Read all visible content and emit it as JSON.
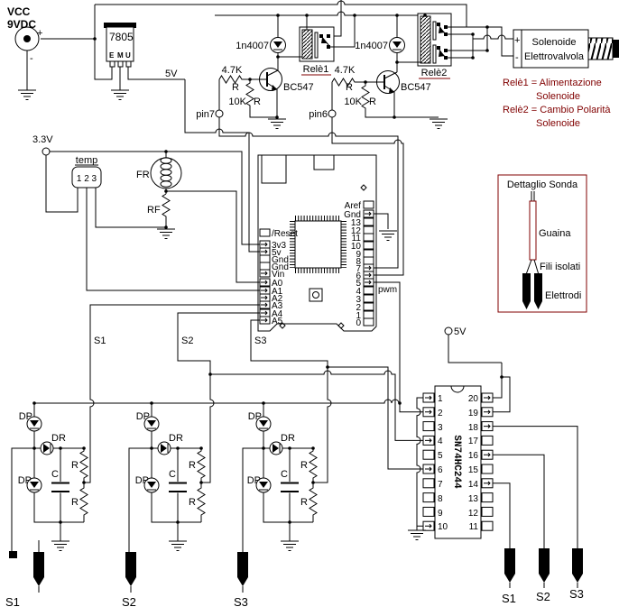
{
  "power": {
    "vcc": "VCC",
    "vcc_voltage": "9VDC",
    "plus": "+",
    "minus": "-",
    "regulator": "7805",
    "pin_e": "E",
    "pin_m": "M",
    "pin_u": "U",
    "rail_5v": "5V",
    "rail_3v3": "3.3V",
    "buffer_5v": "5V"
  },
  "driver1": {
    "diode": "1n4007",
    "relay": "Relè1",
    "rb_value": "4.7K",
    "rb": "R",
    "rp_value": "10K",
    "rp": "R",
    "transistor": "BC547",
    "terminal": "pin7"
  },
  "driver2": {
    "diode": "1n4007",
    "relay": "Relè2",
    "rb_value": "4.7K",
    "rb": "R",
    "rp_value": "10K",
    "rp": "R",
    "transistor": "BC547",
    "terminal": "pin6"
  },
  "solenoid": {
    "name1": "Solenoide",
    "name2": "Elettrovalvola",
    "plus": "+",
    "minus": "-"
  },
  "notes": {
    "l1": "Relè1 = Alimentazione",
    "l2": "Solenoide",
    "l3": "Relè2 = Cambio Polarità",
    "l4": "Solenoide"
  },
  "temp": {
    "name": "temp",
    "pins": "1 2 3"
  },
  "fr": "FR",
  "rf": "RF",
  "arduino": {
    "left_pins": [
      "/Reset",
      "3v3",
      "5v",
      "Gnd",
      "Gnd",
      "Vin",
      "A0",
      "A1",
      "A2",
      "A3",
      "A4",
      "A5"
    ],
    "right_pins": [
      "Aref",
      "Gnd",
      "13",
      "12",
      "11",
      "10",
      "9",
      "8",
      "7",
      "6",
      "5",
      "4",
      "3",
      "2",
      "1",
      "0"
    ],
    "pwm": "pwm"
  },
  "ic": {
    "name": "SN74HC244",
    "left_pins": [
      "1",
      "2",
      "3",
      "4",
      "5",
      "6",
      "7",
      "8",
      "9",
      "10"
    ],
    "right_pins": [
      "20",
      "19",
      "18",
      "17",
      "16",
      "15",
      "14",
      "13",
      "12",
      "11"
    ]
  },
  "sensor": {
    "dp": "DP",
    "dr": "DR",
    "c": "C",
    "r": "R"
  },
  "signals": {
    "s1": "S1",
    "s2": "S2",
    "s3": "S3"
  },
  "probe_detail": {
    "title": "Dettaglio Sonda",
    "sheath": "Guaina",
    "wires": "Fili isolati",
    "electrodes": "Elettrodi"
  },
  "colors": {
    "accent": "#800000",
    "wire": "#000000"
  }
}
